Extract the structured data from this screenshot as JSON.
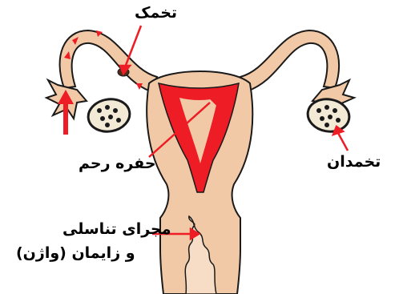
{
  "labels": {
    "egg": "تخمک",
    "uterine_cavity": "حفره رحم",
    "ovary": "تخمدان",
    "birth_canal_line1": "مجرای تناسلی",
    "birth_canal_line2": "و زایمان (واژن)"
  },
  "colors": {
    "tissue": "#f2c9a6",
    "tissue_dark": "#e3a57c",
    "outline": "#1a1a1a",
    "cavity": "#ee1c24",
    "ovary_fill": "#f3ead6"
  }
}
